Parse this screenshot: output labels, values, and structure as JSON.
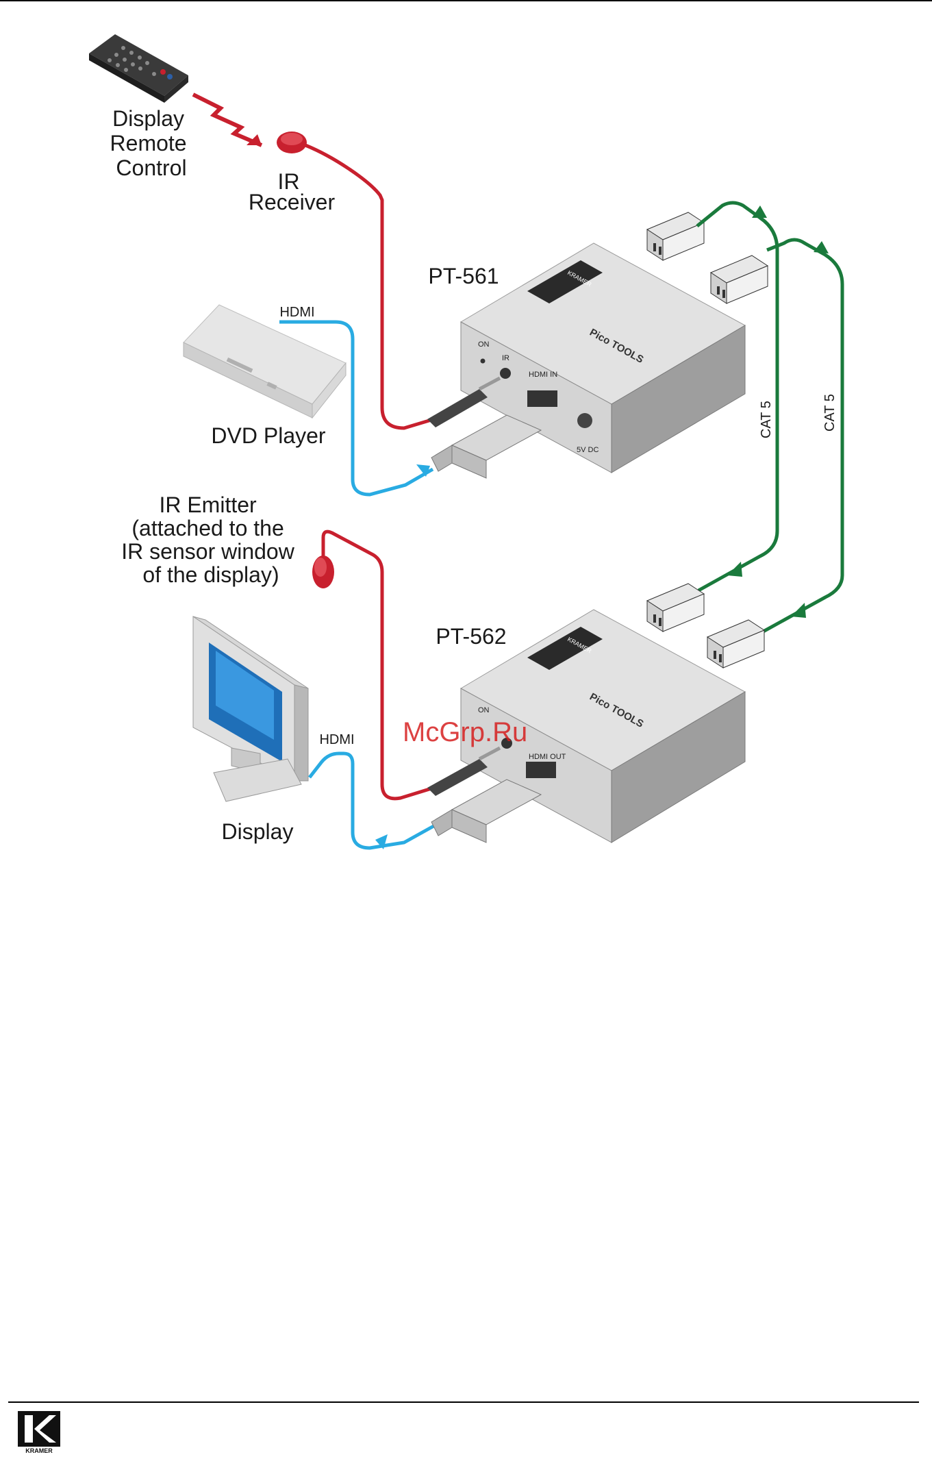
{
  "labels": {
    "remote": [
      "Display",
      "Remote",
      "Control"
    ],
    "ir_receiver": [
      "IR",
      "Receiver"
    ],
    "pt561": "PT-561",
    "pt562": "PT-562",
    "hdmi_top": "HDMI",
    "hdmi_bottom": "HDMI",
    "dvd_player": "DVD Player",
    "ir_emitter": [
      "IR Emitter",
      "(attached to the",
      "IR sensor window",
      "of the display)"
    ],
    "display": "Display",
    "cat5_left": "CAT 5",
    "cat5_right": "CAT 5"
  },
  "device_labels": {
    "brand": "KRAMER",
    "series": "Pico TOOLS",
    "on": "ON",
    "ir": "IR",
    "hdmi_in": "HDMI IN",
    "hdmi_out": "HDMI OUT",
    "power": "5V DC"
  },
  "watermark": "McGrp.Ru",
  "footer": {
    "logo_text": "KRAMER"
  },
  "colors": {
    "ir_cable": "#c8202e",
    "hdmi_cable": "#29abe2",
    "cat5_cable": "#1a7a3c",
    "device_body": "#d9d9d9",
    "watermark": "#d62020"
  }
}
